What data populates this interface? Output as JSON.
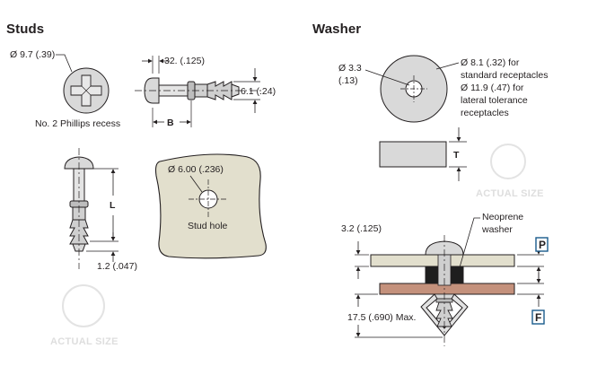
{
  "studs": {
    "title": "Studs",
    "head_diameter": "Ø 9.7 (.39)",
    "recess_note": "No. 2 Phillips recess",
    "dim_32": "32. (.125)",
    "dim_61": "6.1 (.24)",
    "dim_b": "B",
    "dim_l": "L",
    "dim_12": "1.2 (.047)",
    "hole_diameter": "Ø 6.00 (.236)",
    "hole_label": "Stud hole",
    "actual_size": "ACTUAL SIZE"
  },
  "washer": {
    "title": "Washer",
    "inner_diameter_1": "Ø 3.3",
    "inner_diameter_2": "(.13)",
    "outer_std_1": "Ø 8.1 (.32) for",
    "outer_std_2": "standard receptacles",
    "outer_lat_1": "Ø 11.9 (.47) for",
    "outer_lat_2": "lateral tolerance",
    "outer_lat_3": "receptacles",
    "dim_t": "T",
    "actual_size": "ACTUAL SIZE"
  },
  "assembly": {
    "dim_32": "3.2 (.125)",
    "neoprene_1": "Neoprene",
    "neoprene_2": "washer",
    "label_p": "P",
    "label_f": "F",
    "dim_175": "17.5 (.690) Max."
  },
  "colors": {
    "part_gray": "#d9d9d9",
    "panel_beige": "#e2dfcd",
    "panel_brown": "#c4917c",
    "box_border": "#1a5a8c"
  }
}
